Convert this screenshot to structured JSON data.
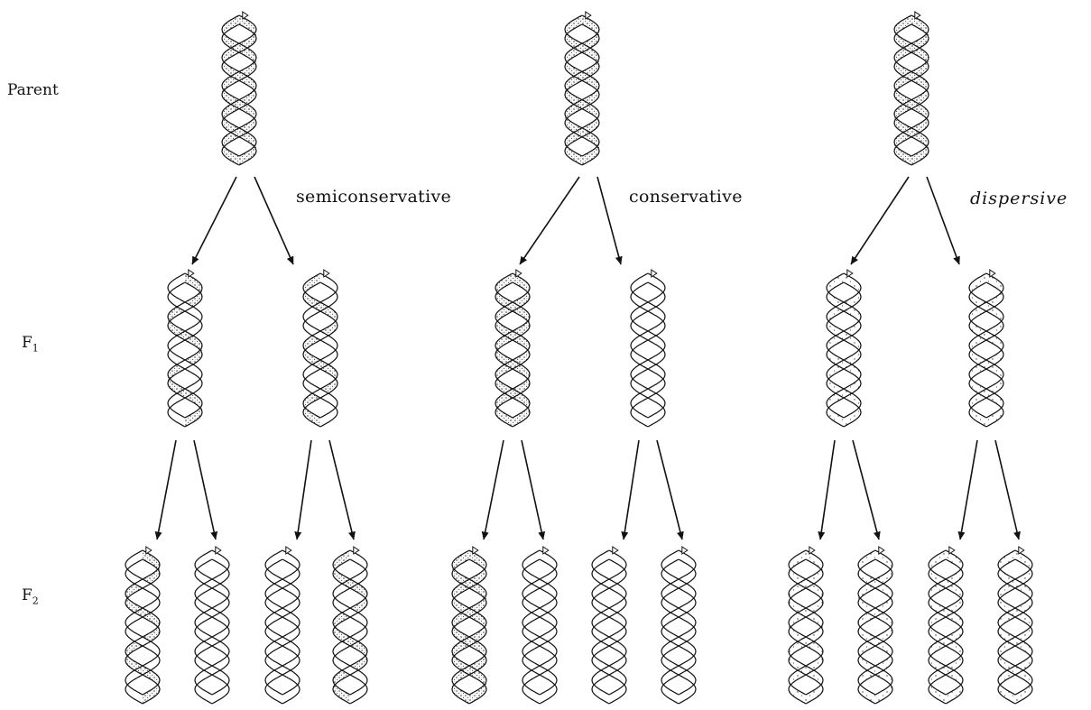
{
  "rows": {
    "parent": "Parent",
    "f1": {
      "letter": "F",
      "subscript": "1"
    },
    "f2": {
      "letter": "F",
      "subscript": "2"
    }
  },
  "models": [
    {
      "label": "semiconservative",
      "parent": [
        "old",
        "old"
      ],
      "f1": [
        [
          "old",
          "new"
        ],
        [
          "new",
          "old"
        ]
      ],
      "f2": [
        [
          "old",
          "new"
        ],
        [
          "new",
          "new"
        ],
        [
          "new",
          "new"
        ],
        [
          "new",
          "old"
        ]
      ]
    },
    {
      "label": "conservative",
      "parent": [
        "old",
        "old"
      ],
      "f1": [
        [
          "old",
          "old"
        ],
        [
          "new",
          "new"
        ]
      ],
      "f2": [
        [
          "old",
          "old"
        ],
        [
          "new",
          "new"
        ],
        [
          "new",
          "new"
        ],
        [
          "new",
          "new"
        ]
      ]
    },
    {
      "label": "dispersive",
      "parent": [
        "old",
        "old"
      ],
      "f1": [
        [
          "mixed",
          "mixed"
        ],
        [
          "mixed",
          "mixed"
        ]
      ],
      "f2": [
        [
          "mixed",
          "mixed"
        ],
        [
          "mixed",
          "mixed"
        ],
        [
          "mixed",
          "mixed"
        ],
        [
          "mixed",
          "mixed"
        ]
      ]
    }
  ]
}
